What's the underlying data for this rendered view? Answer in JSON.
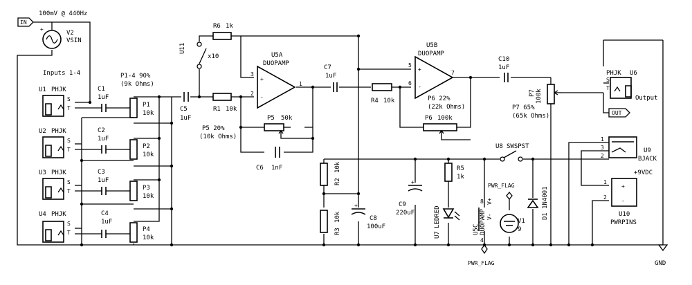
{
  "labels": {
    "source": "100mV @ 440Hz",
    "inputs_title": "Inputs 1-4",
    "pot_common": "P1-4 90%",
    "pot_common2": "(9k Ohms)",
    "p5_setting": "P5 20%",
    "p5_setting2": "(10k Ohms)",
    "p6_setting": "P6 22%",
    "p6_setting2": "(22k Ohms)",
    "p7_setting": "P7 65%",
    "p7_setting2": "(65k Ohms)"
  },
  "ports": {
    "in": "IN",
    "out": "OUT",
    "output": "Output",
    "gnd": "GND",
    "pwr_flag_top": "PWR_FLAG",
    "pwr_flag_bottom": "PWR_FLAG",
    "vdc": "+9VDC"
  },
  "components": {
    "v2": {
      "ref": "V2",
      "value": "VSIN"
    },
    "v1": {
      "ref": "V1",
      "value": "9"
    },
    "u1": {
      "ref": "U1",
      "value": "PHJK"
    },
    "u2": {
      "ref": "U2",
      "value": "PHJK"
    },
    "u3": {
      "ref": "U3",
      "value": "PHJK"
    },
    "u4": {
      "ref": "U4",
      "value": "PHJK"
    },
    "u6": {
      "ref": "U6",
      "value": "PHJK"
    },
    "c1": {
      "ref": "C1",
      "value": "1uF"
    },
    "c2": {
      "ref": "C2",
      "value": "1uF"
    },
    "c3": {
      "ref": "C3",
      "value": "1uF"
    },
    "c4": {
      "ref": "C4",
      "value": "1uF"
    },
    "c5": {
      "ref": "C5",
      "value": "1uF"
    },
    "c6": {
      "ref": "C6",
      "value": "1nF"
    },
    "c7": {
      "ref": "C7",
      "value": "1uF"
    },
    "c8": {
      "ref": "C8",
      "value": "100uF"
    },
    "c9": {
      "ref": "C9",
      "value": "220uF"
    },
    "c10": {
      "ref": "C10",
      "value": "1uF"
    },
    "p1": {
      "ref": "P1",
      "value": "10k"
    },
    "p2": {
      "ref": "P2",
      "value": "10k"
    },
    "p3": {
      "ref": "P3",
      "value": "10k"
    },
    "p4": {
      "ref": "P4",
      "value": "10k"
    },
    "p5": {
      "ref": "P5",
      "value": "50k"
    },
    "p6": {
      "ref": "P6",
      "value": "100k"
    },
    "p7": {
      "ref": "P7",
      "value": "100k"
    },
    "r1": {
      "ref": "R1",
      "value": "10k"
    },
    "r2": {
      "ref": "R2",
      "value": "10k"
    },
    "r3": {
      "ref": "R3",
      "value": "10k"
    },
    "r4": {
      "ref": "R4",
      "value": "10k"
    },
    "r5": {
      "ref": "R5",
      "value": "1k"
    },
    "r6": {
      "ref": "R6",
      "value": "1k"
    },
    "u11": {
      "ref": "U11",
      "value": "x10"
    },
    "u5a": {
      "ref": "U5A",
      "value": "DUOPAMP"
    },
    "u5b": {
      "ref": "U5B",
      "value": "DUOPAMP"
    },
    "u5c": {
      "ref": "U5C",
      "value": "DUOPAMP"
    },
    "u7": {
      "ref": "U7",
      "value": "LEDRED"
    },
    "u8": {
      "ref": "U8",
      "value": "SWSPST"
    },
    "u9": {
      "ref": "U9",
      "value": "BJACK"
    },
    "u10": {
      "ref": "U10",
      "value": "PWRPINS"
    },
    "d1": {
      "ref": "D1",
      "value": "1N4001"
    }
  },
  "pins": {
    "s": "S",
    "t": "T",
    "one": "1",
    "two": "2",
    "three": "3",
    "four": "4",
    "five": "5",
    "six": "6",
    "seven": "7",
    "eight": "8",
    "plus": "+",
    "minus": "-",
    "vminus": "V-",
    "vplus": "V+"
  }
}
